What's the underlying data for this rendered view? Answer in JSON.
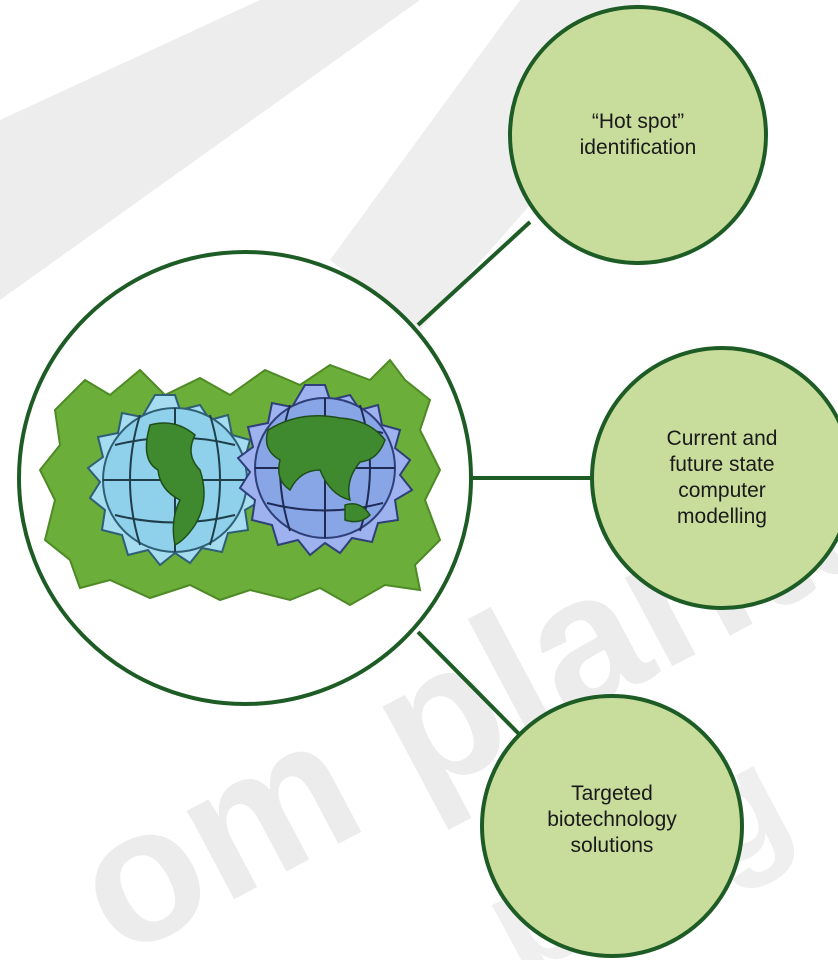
{
  "diagram": {
    "center": {
      "icon": "globe-gears-icon"
    },
    "nodes": [
      {
        "id": "hot-spot",
        "label": "“Hot spot”\nidentification"
      },
      {
        "id": "modelling",
        "label": "Current and\nfuture state\ncomputer\nmodelling"
      },
      {
        "id": "biotech",
        "label": "Targeted\nbiotechnology\nsolutions"
      }
    ],
    "colors": {
      "node_fill": "#c8dc9c",
      "outline": "#1e5c26",
      "center_fill": "#ffffff",
      "watermark": "#e9e9e9"
    },
    "watermark_text": "om plants to f phig"
  }
}
